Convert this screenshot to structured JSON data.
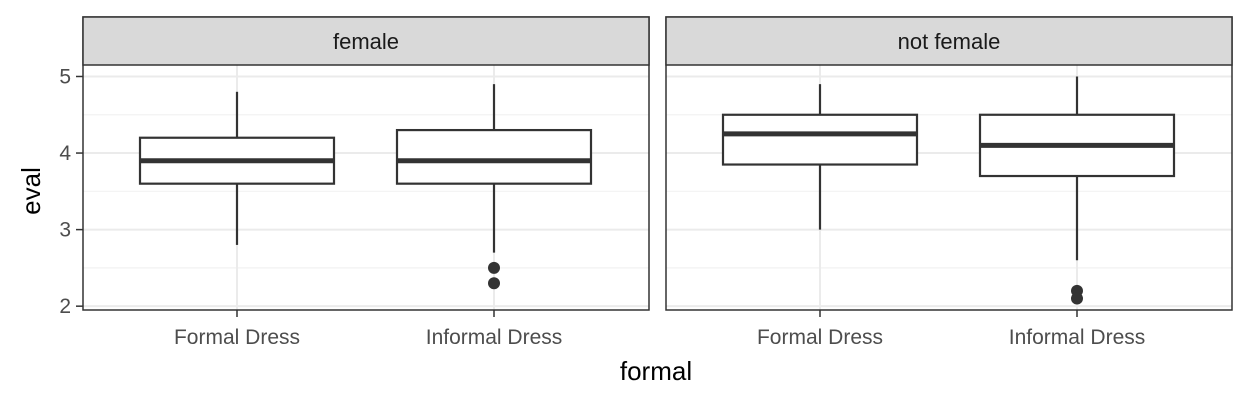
{
  "chart_data": {
    "type": "boxplot",
    "xlabel": "formal",
    "ylabel": "eval",
    "ylim": [
      1.95,
      5.15
    ],
    "yticks": [
      2,
      3,
      4,
      5
    ],
    "categories": [
      "Formal Dress",
      "Informal Dress"
    ],
    "grid": true,
    "facets": [
      {
        "label": "female",
        "boxes": [
          {
            "category": "Formal Dress",
            "whisker_low": 2.8,
            "q1": 3.6,
            "median": 3.9,
            "q3": 4.2,
            "whisker_high": 4.8,
            "outliers": []
          },
          {
            "category": "Informal Dress",
            "whisker_low": 2.7,
            "q1": 3.6,
            "median": 3.9,
            "q3": 4.3,
            "whisker_high": 4.9,
            "outliers": [
              2.5,
              2.3
            ]
          }
        ]
      },
      {
        "label": "not female",
        "boxes": [
          {
            "category": "Formal Dress",
            "whisker_low": 3.0,
            "q1": 3.85,
            "median": 4.25,
            "q3": 4.5,
            "whisker_high": 4.9,
            "outliers": []
          },
          {
            "category": "Informal Dress",
            "whisker_low": 2.6,
            "q1": 3.7,
            "median": 4.1,
            "q3": 4.5,
            "whisker_high": 5.0,
            "outliers": [
              2.2,
              2.1
            ]
          }
        ]
      }
    ],
    "colors": {
      "strip_fill": "#d9d9d9",
      "border": "#333333",
      "grid_major": "#ebebeb",
      "grid_minor": "#f2f2f2",
      "box_line": "#333333",
      "tick_text": "#4d4d4d"
    }
  }
}
